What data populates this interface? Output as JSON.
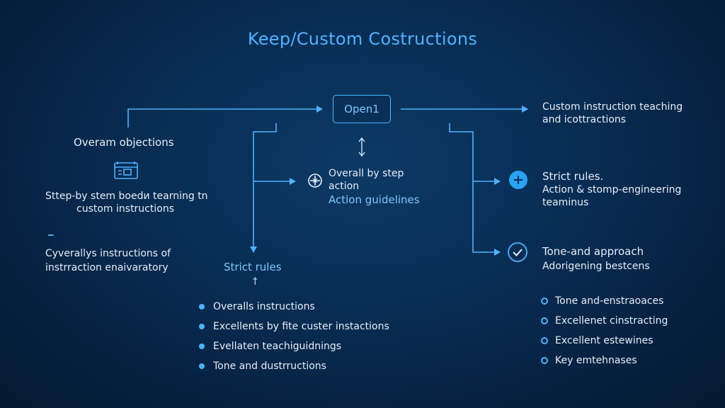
{
  "title": "Keep/Custom Costructions",
  "center_box": "Open1",
  "left": {
    "heading": "Overam objections",
    "text1": [
      "Sttep-by stem boedи tearning tn",
      "custom instructions"
    ],
    "dash": "–",
    "text2": [
      "Cyverallys instructions of",
      "instrraction enaivaratory"
    ]
  },
  "middle": {
    "step_text": [
      "Overall by step",
      "action"
    ],
    "guidelines": "Action guidelines",
    "strict_rules": "Strict rules",
    "small_glyph": "†",
    "bullets": [
      "Overalls instructions",
      "Excellents by fite custer instactions",
      "Evellaten teachiguidnings",
      "Tone and dustrructions"
    ]
  },
  "right": {
    "top_text": [
      "Custom instruction teaching",
      "and icottractions"
    ],
    "strict": [
      "Strict rules.",
      "Action & stomp-engineering",
      "teaminus"
    ],
    "tone": [
      "Tone-and approach",
      "Adorigening bestcens"
    ],
    "bullets": [
      "Tone and-enstraoaces",
      "Excellenet cinstracting",
      "Excellent estewines",
      "Key emtehnases"
    ]
  },
  "colors": {
    "accent": "#4fb3ff",
    "accent_light": "#7fc6ff",
    "text": "#e6eef7",
    "background": "#082c52"
  },
  "icons": [
    "checklist-icon",
    "compass-icon",
    "plus-badge-icon",
    "check-circle-icon"
  ]
}
